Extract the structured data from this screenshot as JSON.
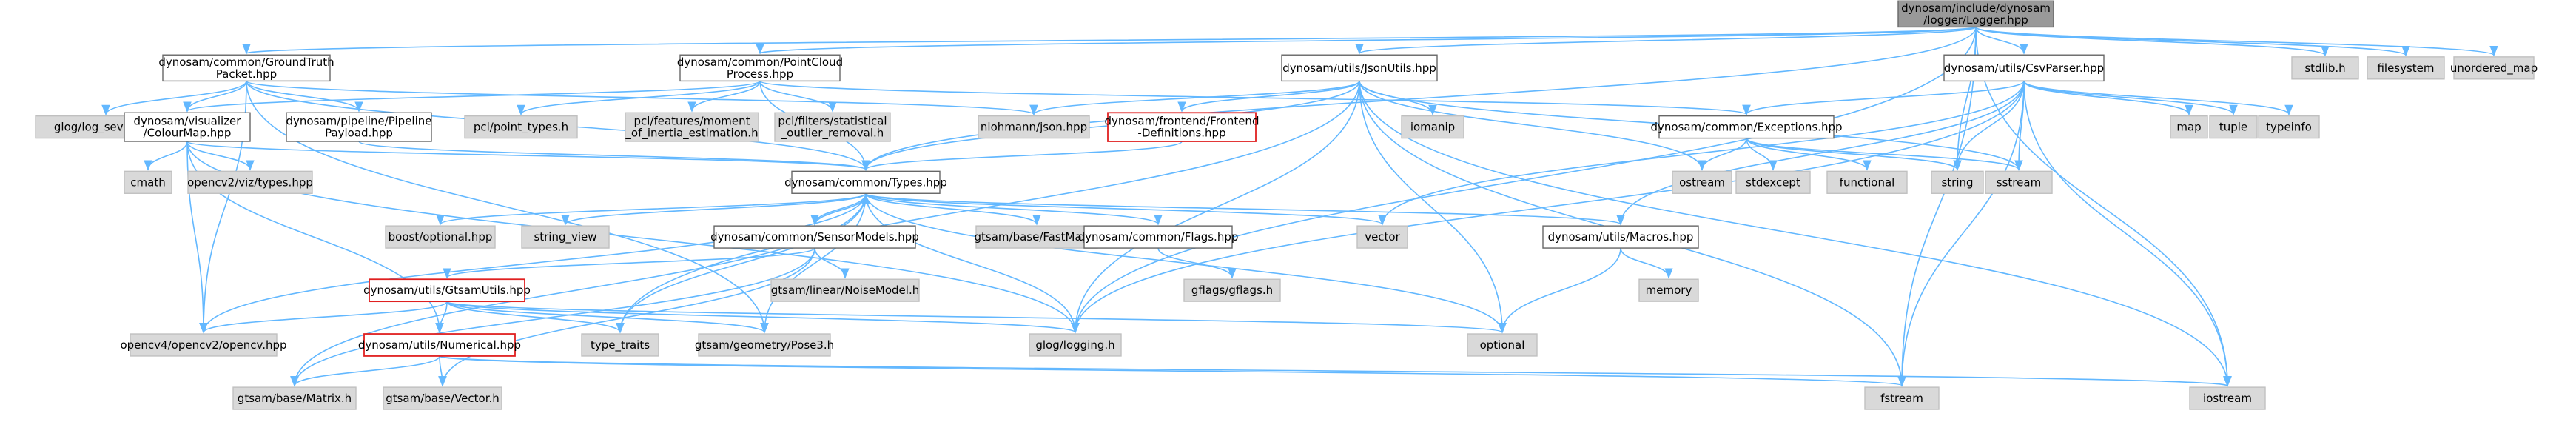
{
  "diagram": {
    "title": "dynosam/include/dynosam/logger/Logger.hpp",
    "edge_color": "#63b8ff",
    "nodes": [
      {
        "id": "root",
        "lines": [
          "dynosam/include/dynosam",
          "/logger/Logger.hpp"
        ],
        "style": "root"
      },
      {
        "id": "gt",
        "lines": [
          "dynosam/common/GroundTruth",
          "Packet.hpp"
        ],
        "style": "white"
      },
      {
        "id": "pc",
        "lines": [
          "dynosam/common/PointCloud",
          "Process.hpp"
        ],
        "style": "white"
      },
      {
        "id": "json",
        "lines": [
          "dynosam/utils/JsonUtils.hpp"
        ],
        "style": "white"
      },
      {
        "id": "csv",
        "lines": [
          "dynosam/utils/CsvParser.hpp"
        ],
        "style": "white"
      },
      {
        "id": "stdlib",
        "lines": [
          "stdlib.h"
        ],
        "style": "gray"
      },
      {
        "id": "filesystem",
        "lines": [
          "filesystem"
        ],
        "style": "gray"
      },
      {
        "id": "umap",
        "lines": [
          "unordered_map"
        ],
        "style": "gray"
      },
      {
        "id": "logsev",
        "lines": [
          "glog/log_severity.h"
        ],
        "style": "gray"
      },
      {
        "id": "colourmap",
        "lines": [
          "dynosam/visualizer",
          "/ColourMap.hpp"
        ],
        "style": "white"
      },
      {
        "id": "pipeline",
        "lines": [
          "dynosam/pipeline/Pipeline",
          "Payload.hpp"
        ],
        "style": "white"
      },
      {
        "id": "pcltypes",
        "lines": [
          "pcl/point_types.h"
        ],
        "style": "gray"
      },
      {
        "id": "pclmoment",
        "lines": [
          "pcl/features/moment",
          "_of_inertia_estimation.h"
        ],
        "style": "gray"
      },
      {
        "id": "pclfilter",
        "lines": [
          "pcl/filters/statistical",
          "_outlier_removal.h"
        ],
        "style": "gray"
      },
      {
        "id": "nlohmann",
        "lines": [
          "nlohmann/json.hpp"
        ],
        "style": "gray"
      },
      {
        "id": "iomanip",
        "lines": [
          "iomanip"
        ],
        "style": "gray"
      },
      {
        "id": "frontend",
        "lines": [
          "dynosam/frontend/Frontend",
          "-Definitions.hpp"
        ],
        "style": "red"
      },
      {
        "id": "exceptions",
        "lines": [
          "dynosam/common/Exceptions.hpp"
        ],
        "style": "white"
      },
      {
        "id": "map",
        "lines": [
          "map"
        ],
        "style": "gray"
      },
      {
        "id": "tuple",
        "lines": [
          "tuple"
        ],
        "style": "gray"
      },
      {
        "id": "typeinfo",
        "lines": [
          "typeinfo"
        ],
        "style": "gray"
      },
      {
        "id": "cmath",
        "lines": [
          "cmath"
        ],
        "style": "gray"
      },
      {
        "id": "viztypes",
        "lines": [
          "opencv2/viz/types.hpp"
        ],
        "style": "gray"
      },
      {
        "id": "types",
        "lines": [
          "dynosam/common/Types.hpp"
        ],
        "style": "white"
      },
      {
        "id": "ostream",
        "lines": [
          "ostream"
        ],
        "style": "gray"
      },
      {
        "id": "stdexcept",
        "lines": [
          "stdexcept"
        ],
        "style": "gray"
      },
      {
        "id": "functional",
        "lines": [
          "functional"
        ],
        "style": "gray"
      },
      {
        "id": "string",
        "lines": [
          "string"
        ],
        "style": "gray"
      },
      {
        "id": "sstream",
        "lines": [
          "sstream"
        ],
        "style": "gray"
      },
      {
        "id": "boostopt",
        "lines": [
          "boost/optional.hpp"
        ],
        "style": "gray"
      },
      {
        "id": "stringview",
        "lines": [
          "string_view"
        ],
        "style": "gray"
      },
      {
        "id": "sensor",
        "lines": [
          "dynosam/common/SensorModels.hpp"
        ],
        "style": "white"
      },
      {
        "id": "fastmap",
        "lines": [
          "gtsam/base/FastMap.h"
        ],
        "style": "gray"
      },
      {
        "id": "flags",
        "lines": [
          "dynosam/common/Flags.hpp"
        ],
        "style": "white"
      },
      {
        "id": "vector",
        "lines": [
          "vector"
        ],
        "style": "gray"
      },
      {
        "id": "macros",
        "lines": [
          "dynosam/utils/Macros.hpp"
        ],
        "style": "white"
      },
      {
        "id": "gflags",
        "lines": [
          "gflags/gflags.h"
        ],
        "style": "gray"
      },
      {
        "id": "memory",
        "lines": [
          "memory"
        ],
        "style": "gray"
      },
      {
        "id": "gtsamutils",
        "lines": [
          "dynosam/utils/GtsamUtils.hpp"
        ],
        "style": "red"
      },
      {
        "id": "noise",
        "lines": [
          "gtsam/linear/NoiseModel.h"
        ],
        "style": "gray"
      },
      {
        "id": "opencv",
        "lines": [
          "opencv4/opencv2/opencv.hpp"
        ],
        "style": "gray"
      },
      {
        "id": "numerical",
        "lines": [
          "dynosam/utils/Numerical.hpp"
        ],
        "style": "red"
      },
      {
        "id": "typetraits",
        "lines": [
          "type_traits"
        ],
        "style": "gray"
      },
      {
        "id": "pose3",
        "lines": [
          "gtsam/geometry/Pose3.h"
        ],
        "style": "gray"
      },
      {
        "id": "logging",
        "lines": [
          "glog/logging.h"
        ],
        "style": "gray"
      },
      {
        "id": "optional",
        "lines": [
          "optional"
        ],
        "style": "gray"
      },
      {
        "id": "matrix",
        "lines": [
          "gtsam/base/Matrix.h"
        ],
        "style": "gray"
      },
      {
        "id": "vectorh",
        "lines": [
          "gtsam/base/Vector.h"
        ],
        "style": "gray"
      },
      {
        "id": "fstream",
        "lines": [
          "fstream"
        ],
        "style": "gray"
      },
      {
        "id": "iostream",
        "lines": [
          "iostream"
        ],
        "style": "gray"
      }
    ],
    "edges": [
      [
        "root",
        "gt"
      ],
      [
        "root",
        "pc"
      ],
      [
        "root",
        "json"
      ],
      [
        "root",
        "csv"
      ],
      [
        "root",
        "stdlib"
      ],
      [
        "root",
        "filesystem"
      ],
      [
        "root",
        "umap"
      ],
      [
        "root",
        "types"
      ],
      [
        "root",
        "string"
      ],
      [
        "root",
        "logging"
      ],
      [
        "root",
        "fstream"
      ],
      [
        "root",
        "iostream"
      ],
      [
        "gt",
        "logsev"
      ],
      [
        "gt",
        "colourmap"
      ],
      [
        "gt",
        "pipeline"
      ],
      [
        "gt",
        "types"
      ],
      [
        "gt",
        "opencv"
      ],
      [
        "gt",
        "pose3"
      ],
      [
        "gt",
        "nlohmann"
      ],
      [
        "pc",
        "colourmap"
      ],
      [
        "pc",
        "pcltypes"
      ],
      [
        "pc",
        "pclmoment"
      ],
      [
        "pc",
        "pclfilter"
      ],
      [
        "pc",
        "types"
      ],
      [
        "pc",
        "exceptions"
      ],
      [
        "json",
        "nlohmann"
      ],
      [
        "json",
        "iomanip"
      ],
      [
        "json",
        "frontend"
      ],
      [
        "json",
        "types"
      ],
      [
        "json",
        "ostream"
      ],
      [
        "json",
        "sstream"
      ],
      [
        "json",
        "optional"
      ],
      [
        "json",
        "typetraits"
      ],
      [
        "json",
        "logging"
      ],
      [
        "json",
        "fstream"
      ],
      [
        "json",
        "iostream"
      ],
      [
        "csv",
        "exceptions"
      ],
      [
        "csv",
        "map"
      ],
      [
        "csv",
        "tuple"
      ],
      [
        "csv",
        "typeinfo"
      ],
      [
        "csv",
        "sstream"
      ],
      [
        "csv",
        "string"
      ],
      [
        "csv",
        "vector"
      ],
      [
        "csv",
        "macros"
      ],
      [
        "csv",
        "logging"
      ],
      [
        "csv",
        "fstream"
      ],
      [
        "csv",
        "iostream"
      ],
      [
        "colourmap",
        "cmath"
      ],
      [
        "colourmap",
        "viztypes"
      ],
      [
        "colourmap",
        "types"
      ],
      [
        "colourmap",
        "opencv"
      ],
      [
        "colourmap",
        "numerical"
      ],
      [
        "colourmap",
        "logging"
      ],
      [
        "pipeline",
        "types"
      ],
      [
        "frontend",
        "types"
      ],
      [
        "exceptions",
        "ostream"
      ],
      [
        "exceptions",
        "stdexcept"
      ],
      [
        "exceptions",
        "functional"
      ],
      [
        "exceptions",
        "string"
      ],
      [
        "exceptions",
        "sstream"
      ],
      [
        "types",
        "boostopt"
      ],
      [
        "types",
        "stringview"
      ],
      [
        "types",
        "sensor"
      ],
      [
        "types",
        "fastmap"
      ],
      [
        "types",
        "flags"
      ],
      [
        "types",
        "vector"
      ],
      [
        "types",
        "macros"
      ],
      [
        "types",
        "opencv"
      ],
      [
        "types",
        "typetraits"
      ],
      [
        "types",
        "pose3"
      ],
      [
        "types",
        "logging"
      ],
      [
        "types",
        "optional"
      ],
      [
        "types",
        "matrix"
      ],
      [
        "sensor",
        "types"
      ],
      [
        "sensor",
        "gtsamutils"
      ],
      [
        "sensor",
        "noise"
      ],
      [
        "sensor",
        "matrix"
      ],
      [
        "sensor",
        "vectorh"
      ],
      [
        "flags",
        "gflags"
      ],
      [
        "macros",
        "memory"
      ],
      [
        "macros",
        "optional"
      ],
      [
        "gtsamutils",
        "opencv"
      ],
      [
        "gtsamutils",
        "numerical"
      ],
      [
        "gtsamutils",
        "typetraits"
      ],
      [
        "gtsamutils",
        "pose3"
      ],
      [
        "gtsamutils",
        "logging"
      ],
      [
        "gtsamutils",
        "optional"
      ],
      [
        "numerical",
        "matrix"
      ],
      [
        "numerical",
        "vectorh"
      ],
      [
        "numerical",
        "fstream"
      ],
      [
        "numerical",
        "iostream"
      ]
    ]
  }
}
